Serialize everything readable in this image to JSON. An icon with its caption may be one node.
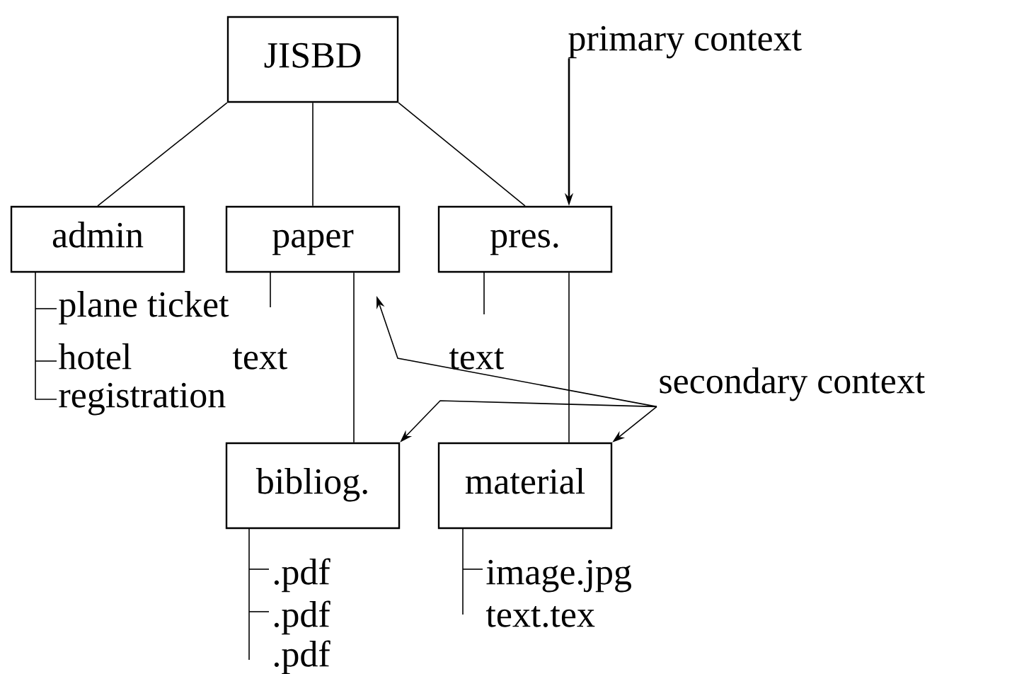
{
  "diagram": {
    "nodes": [
      {
        "text": [
          "JISBD"
        ]
      },
      {
        "text": [
          "admin"
        ]
      },
      {
        "text": [
          "paper"
        ]
      },
      {
        "text": [
          "pres."
        ]
      },
      {
        "text": [
          "bibliog."
        ]
      },
      {
        "text": [
          "material"
        ]
      },
      {
        "text": [
          "primary context"
        ]
      },
      {
        "text": [
          "secondary context"
        ]
      }
    ],
    "edges": [
      {
        "from": 0,
        "to": 1,
        "arrow": "none"
      },
      {
        "from": 0,
        "to": 2,
        "arrow": "none"
      },
      {
        "from": 0,
        "to": 3,
        "arrow": "none"
      },
      {
        "from": 2,
        "to": 4,
        "arrow": "none"
      },
      {
        "from": 3,
        "to": 5,
        "arrow": "none"
      },
      {
        "from": 6,
        "to": 3,
        "arrow": "to"
      },
      {
        "from": 7,
        "to": 4,
        "arrow": "to"
      },
      {
        "from": 7,
        "to": 5,
        "arrow": "to"
      },
      {
        "from": 7,
        "to": null,
        "arrow": "to"
      }
    ],
    "labels": [
      "plane ticket",
      "hotel",
      "text",
      "text",
      "registration",
      ".pdf",
      ".pdf",
      "image.jpg",
      ".pdf",
      "text.tex"
    ]
  }
}
